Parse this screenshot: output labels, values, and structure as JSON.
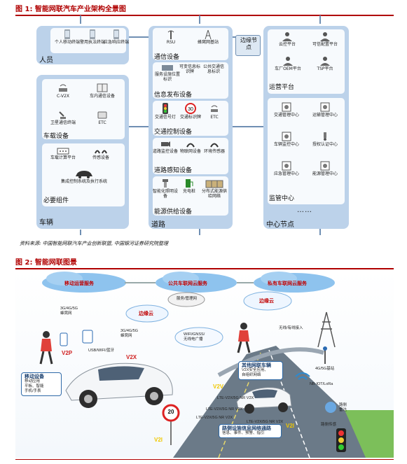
{
  "fig1": {
    "title": "图 1:  智能网联汽车产业架构全景图",
    "people": {
      "label": "人员",
      "items": [
        "个人移动终端",
        "警用执法终端",
        "应急响应终端"
      ]
    },
    "vehicle": {
      "label": "车辆",
      "onboard": {
        "label": "车载设备",
        "items": [
          "C-V2X",
          "车内通信设备",
          "卫星通信终端",
          "ETC"
        ]
      },
      "components": {
        "label": "必要组件",
        "items": [
          "车载计算平台",
          "传感设备",
          "集成控制系统及执行系统"
        ]
      }
    },
    "road": {
      "label": "道路",
      "comm": {
        "label": "通信设备",
        "items": [
          "RSU",
          "蜂窝网基站"
        ]
      },
      "info": {
        "label": "信息发布设备",
        "items": [
          "服务设施位置标识",
          "可变信息标识牌",
          "公共交通信息标识"
        ]
      },
      "traffic": {
        "label": "交通控制设备",
        "items": [
          "交通信号灯",
          "交通标识牌",
          "ETC"
        ],
        "sign_text": "30"
      },
      "sensing": {
        "label": "道路感知设备",
        "items": [
          "道路监控设备",
          "物联网设备",
          "环境传感器"
        ]
      },
      "energy": {
        "label": "能源供给设备",
        "items": [
          "智能化照明设备",
          "充电桩",
          "分布式能源供给网络"
        ]
      }
    },
    "edge": {
      "label": "边缘节点"
    },
    "center": {
      "label": "中心节点",
      "ops": {
        "label": "运营平台",
        "items": [
          "云控平台",
          "可信配置平台",
          "车厂OEM平台",
          "TSP平台"
        ]
      },
      "supervision": {
        "label": "监管中心",
        "items": [
          "交通管理中心",
          "运输管理中心",
          "车辆监控中心",
          "授权认证中心",
          "应急管理中心",
          "能源管理中心"
        ]
      },
      "more": "……"
    },
    "source": "资料来源:  中国智能网联汽车产业创新联盟,  中国银河证券研究院整理"
  },
  "fig2": {
    "title": "图 2:  智能网联图景",
    "clouds": [
      "移动运营服务",
      "公共车联网云服务",
      "私有车联网云服务"
    ],
    "edge_clouds": [
      "边缘云",
      "边缘云"
    ],
    "gateway": "服务/管理网",
    "labels": {
      "cell_top": "3G/4G/5G\n蜂窝网",
      "cell_mid": "3G/4G/5G\n蜂窝网",
      "usb": "USB/WIFI/蓝牙",
      "wifi_gnss": "WIFI/GNSS/\n无线电广播",
      "wireless": "无线/有线接入",
      "base_station": "4G/5G基站",
      "nb_iot": "NB-IOT/LoRa",
      "radar": "路侧\n雷达",
      "road_sensor": "路侧传感",
      "lte_1": "LTE-V2X/5G NR V2X",
      "lte_2": "LTE-V2X/5G NR V2X",
      "lte_3": "LTE-V2X/5G NR V2X",
      "lte_4": "LTE-V2X/5G NR V2X"
    },
    "tags": {
      "v2p": "V2P",
      "v2x": "V2X",
      "v2v": "V2V",
      "v2i_left": "V2I",
      "v2i_right": "V2I"
    },
    "mobile_box": {
      "title": "移动设备",
      "lines": [
        "移动应用",
        "平板、智能",
        "手机/手表"
      ]
    },
    "other_car": {
      "title": "其他网联车辆",
      "lines": [
        "V2X安全应用、",
        "自组织网络"
      ]
    },
    "roadside": {
      "title": "路侧设施信息网络通路",
      "lines": [
        "信息、事件、预警、指引"
      ]
    },
    "speed_sign": "20",
    "colors": {
      "accent": "#b00000",
      "panel": "#bcd2ea",
      "road": "#6b7a88",
      "cloud": "#8ec3ee"
    }
  }
}
